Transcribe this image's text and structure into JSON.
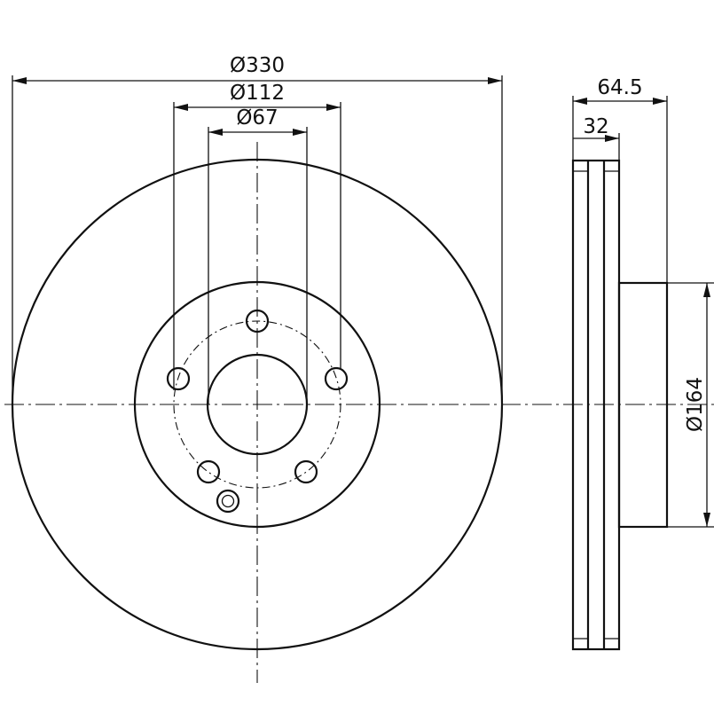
{
  "dimensions": {
    "outer_diameter": "Ø330",
    "bolt_circle_diameter": "Ø112",
    "center_bore_diameter": "Ø67",
    "hat_diameter": "Ø164",
    "total_height": "64.5",
    "disc_thickness": "32"
  },
  "features": {
    "bolt_holes": 5,
    "locator_pin_holes": 1,
    "disc_type": "ventilated"
  }
}
